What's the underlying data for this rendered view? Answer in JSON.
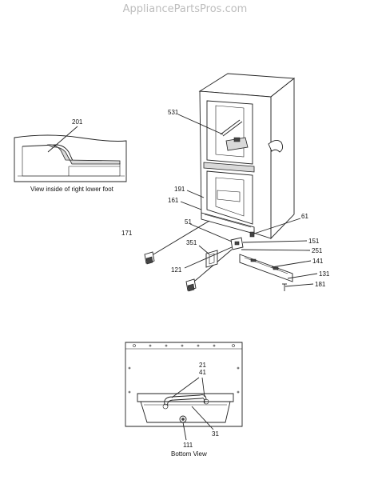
{
  "watermark": "AppliancePartsPros.com",
  "captions": {
    "inset": "View inside of right lower foot",
    "bottom_view": "Bottom View"
  },
  "callouts": {
    "c201": "201",
    "c531": "531",
    "c191": "191",
    "c161": "161",
    "c61": "61",
    "c51": "51",
    "c171": "171",
    "c351": "351",
    "c151": "151",
    "c251": "251",
    "c141": "141",
    "c121": "121",
    "c131": "131",
    "c181": "181",
    "c21": "21",
    "c41": "41",
    "c31": "31",
    "c111": "111"
  }
}
